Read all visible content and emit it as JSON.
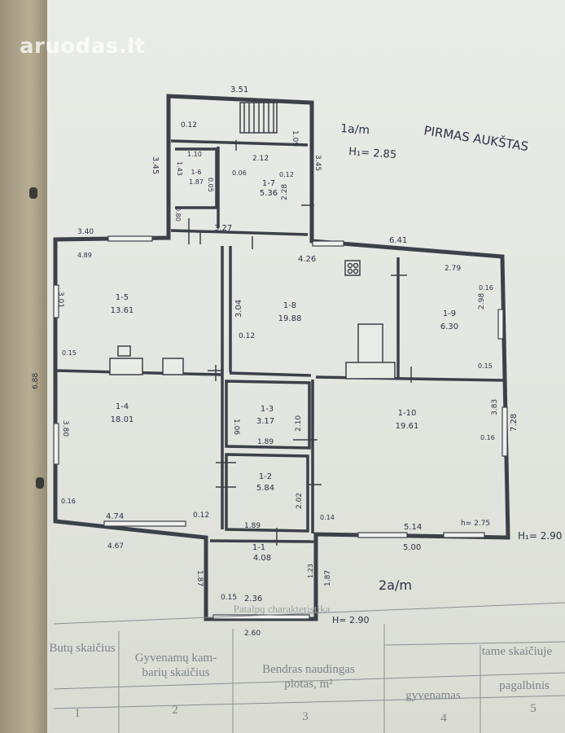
{
  "watermark": "aruodas.lt",
  "header": {
    "floor_note": "1a/m",
    "floor_height": "H₁= 2.85",
    "floor_title": "PIRMAS AUKŠTAS",
    "right_height": "H₁= 2.90",
    "second_floor": "2a/m",
    "bottom_height": "H= 2.90"
  },
  "rooms": [
    {
      "id": "1-1",
      "area": "4.08"
    },
    {
      "id": "1-2",
      "area": "5.84"
    },
    {
      "id": "1-3",
      "area": "3.17"
    },
    {
      "id": "1-4",
      "area": "18.01"
    },
    {
      "id": "1-5",
      "area": "13.61"
    },
    {
      "id": "1-6",
      "area": "1.87"
    },
    {
      "id": "1-7",
      "area": "5.36"
    },
    {
      "id": "1-8",
      "area": "19.88"
    },
    {
      "id": "1-9",
      "area": "6.30"
    },
    {
      "id": "1-10",
      "area": "19.61"
    }
  ],
  "dimensions": {
    "d351": "3.51",
    "d012a": "0.12",
    "d109": "1.09",
    "d345": "3.45",
    "d345b": "3.45",
    "d110": "1.10",
    "d143": "1.43",
    "d005": "0.05",
    "d212": "2.12",
    "d006": "0.06",
    "d012b": "0.12",
    "d228": "2.28",
    "d080": "0.80",
    "d327": "3.27",
    "d340": "3.40",
    "d641": "6.41",
    "d489": "4.89",
    "d426": "4.26",
    "d279": "2.79",
    "d301": "3.01",
    "d304": "3.04",
    "d012c": "0.12",
    "d016a": "0.16",
    "d298": "2.98",
    "d015a": "0.15",
    "d015b": "0.15",
    "d688": "6.88",
    "d380": "3.80",
    "d106": "1.06",
    "d210": "2.10",
    "d383": "3.83",
    "d728": "7.28",
    "d016b": "0.16",
    "d189a": "1.89",
    "d016c": "0.16",
    "d474": "4.74",
    "d012d": "0.12",
    "d202": "2.02",
    "d014": "0.14",
    "d189b": "1.89",
    "d514": "5.14",
    "d_h": "h= 2.75",
    "d467": "4.67",
    "d500": "5.00",
    "d187a": "1.87",
    "d187b": "1.87",
    "d123": "1.23",
    "d015c": "0.15",
    "d236": "2.36",
    "d260": "2.60"
  },
  "table": {
    "caption": "Patalpų charakteristika",
    "headers": {
      "col1": "Butų skaičius",
      "col2_line1": "Gyvenamų kam-",
      "col2_line2": "barių skaičius",
      "col3_line1": "Bendras naudingas",
      "col3_line2": "plotas, m²",
      "group": "tame skaičiuje",
      "col4": "gyvenamas",
      "col5": "pagalbinis"
    },
    "numbers": [
      "1",
      "2",
      "3",
      "4",
      "5"
    ]
  }
}
